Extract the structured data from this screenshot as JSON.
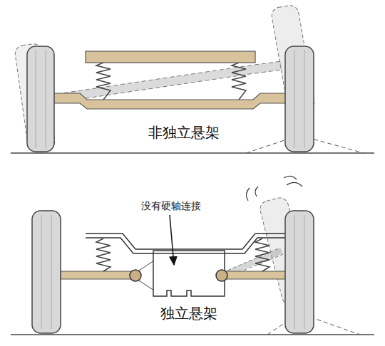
{
  "diagram": {
    "labels": [
      "非独立悬架",
      "没有硬轴连接",
      "独立悬架"
    ]
  }
}
